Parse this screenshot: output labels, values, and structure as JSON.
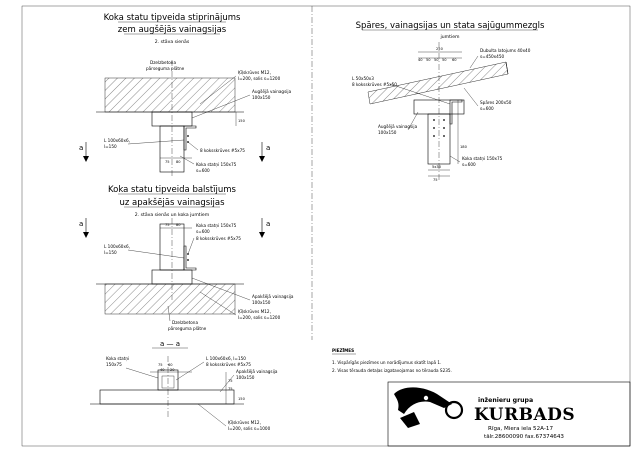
{
  "drawing1": {
    "title_line1": "Koka statu tipveida stiprinājums",
    "title_line2": "zem augšējās vainagsijas",
    "subtitle": "2. stāva sienās",
    "label_slab": "Dzelzbetona",
    "label_slab2": "pārseguma plātne",
    "label_anchor": "Ķīļskrūves M12,",
    "label_anchor2": "l=200, solis s=1200",
    "label_beam": "Augšējā vainagsija",
    "label_beam2": "100x150",
    "label_angle": "L 100x60x6,",
    "label_angle2": "l=150",
    "label_screws": "8 koksskrūves #5x75",
    "label_post": "Koka statņi 150x75",
    "label_post2": "s=600",
    "dim_75": "75",
    "dim_80": "80",
    "dim_150": "150",
    "section_a_left": "a",
    "section_a_right": "a"
  },
  "drawing2": {
    "title_line1": "Koka statu tipveida balstījums",
    "title_line2": "uz apakšējās vainagsijas",
    "subtitle": "2. stāva sienās un koka jumtiem",
    "label_post": "Koka statņi 150x75",
    "label_post2": "s=600",
    "label_screws": "8 koksskrūves #5x75",
    "label_angle": "L 100x60x6,",
    "label_angle2": "l=150",
    "label_beam": "Apakšējā vainagsija",
    "label_beam2": "100x150",
    "label_anchor": "Ķīļskrūves M12,",
    "label_anchor2": "l=200, solis s=1200",
    "label_slab": "Dzelzbetona",
    "label_slab2": "pārseguma plātne",
    "dim_75": "75",
    "dim_80": "80",
    "section_a_left": "a",
    "section_a_right": "a"
  },
  "drawing3": {
    "title": "a — a",
    "label_post": "Koka statņi",
    "label_post2": "150x75",
    "label_angle": "L 100x60x6, l=150",
    "label_screws": "8 koksskrūves #5x75",
    "label_beam": "Apakšējā vainagsija",
    "label_beam2": "100x150",
    "label_anchor": "Ķīļskrūves M12,",
    "label_anchor2": "l=200, solis s=1000",
    "dims_top": [
      "75",
      "60",
      "40",
      "20"
    ],
    "dims_side": [
      "75",
      "75",
      "150"
    ]
  },
  "drawing4": {
    "title": "Spāres, vainagsijas un stata sajūgummezgls",
    "subtitle": "jumtiem",
    "dims_top": [
      "250",
      "40",
      "50",
      "50",
      "50",
      "60"
    ],
    "label_rafter_double": "Dubulta latojums 40x40",
    "label_rafter_double2": "s=450x450",
    "label_angle": "L 50x50x3",
    "label_screws": "8 koksskrūves #5x50",
    "label_rafter": "Spāres 200x50",
    "label_rafter2": "s=600",
    "label_beam": "Augšējā vainagsija",
    "label_beam2": "100x150",
    "label_post": "Koka statņi 150x75",
    "label_post2": "s=600",
    "dims_bottom": [
      "5x30",
      "75",
      "180"
    ]
  },
  "notes": {
    "heading": "PIEZĪMES",
    "items": [
      "1. Vispārīgās piezīmes un norādījumus skatīt lapā 1.",
      "2. Visas tērauda detaļas izgatavojamas no tērauda S235."
    ]
  },
  "titleblock": {
    "company_line1": "inženieru grupa",
    "company_name": "KURBADS",
    "address": "Rīga, Miera iela 52A-17",
    "phone": "tālr.28600090  fax.67374643"
  }
}
